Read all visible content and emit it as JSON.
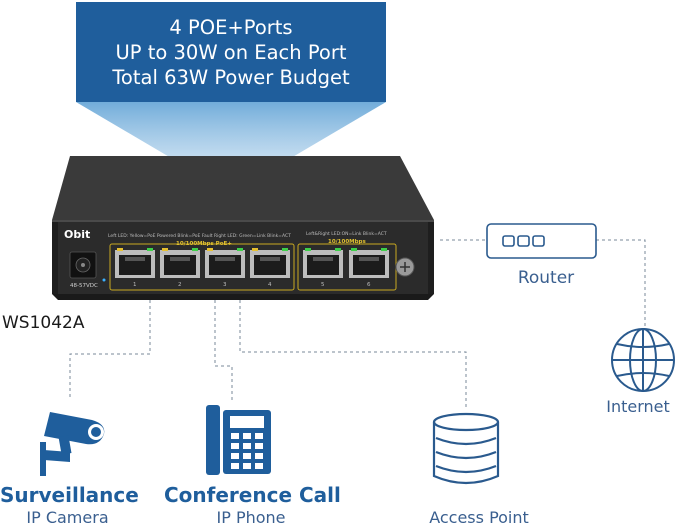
{
  "callout": {
    "line1": "4 POE+Ports",
    "line2": "UP to 30W on Each Port",
    "line3": "Total 63W Power Budget",
    "color": "#1f5e9c"
  },
  "switch": {
    "brand": "Obit",
    "led_legend_left": "Left LED: Yellow=PoE Powered  Blink=PoE Fault   Right LED: Green=Link  Blink=ACT",
    "led_legend_right": "Left&Right LED:ON=Link  Blink=ACT",
    "poe_group_label": "10/100Mbps PoE+",
    "uplink_group_label": "10/100Mbps",
    "power_label": "48-57VDC",
    "port_numbers": [
      "1",
      "2",
      "3",
      "4",
      "5",
      "6"
    ]
  },
  "model": "WS1042A",
  "devices": {
    "router": {
      "label": "Router",
      "icon": "router-icon"
    },
    "internet": {
      "label": "Internet",
      "icon": "globe-icon"
    },
    "camera": {
      "title": "Surveillance",
      "subtitle": "IP Camera",
      "icon": "camera-icon"
    },
    "phone": {
      "title": "Conference Call",
      "subtitle": "IP Phone",
      "icon": "phone-icon"
    },
    "access_point": {
      "label": "Access Point",
      "icon": "access-point-icon"
    }
  },
  "colors": {
    "accent": "#1f5e9c",
    "label": "#3a5f8f",
    "lines": "#7a8a9a",
    "switch_body": "#2b2b2b"
  }
}
